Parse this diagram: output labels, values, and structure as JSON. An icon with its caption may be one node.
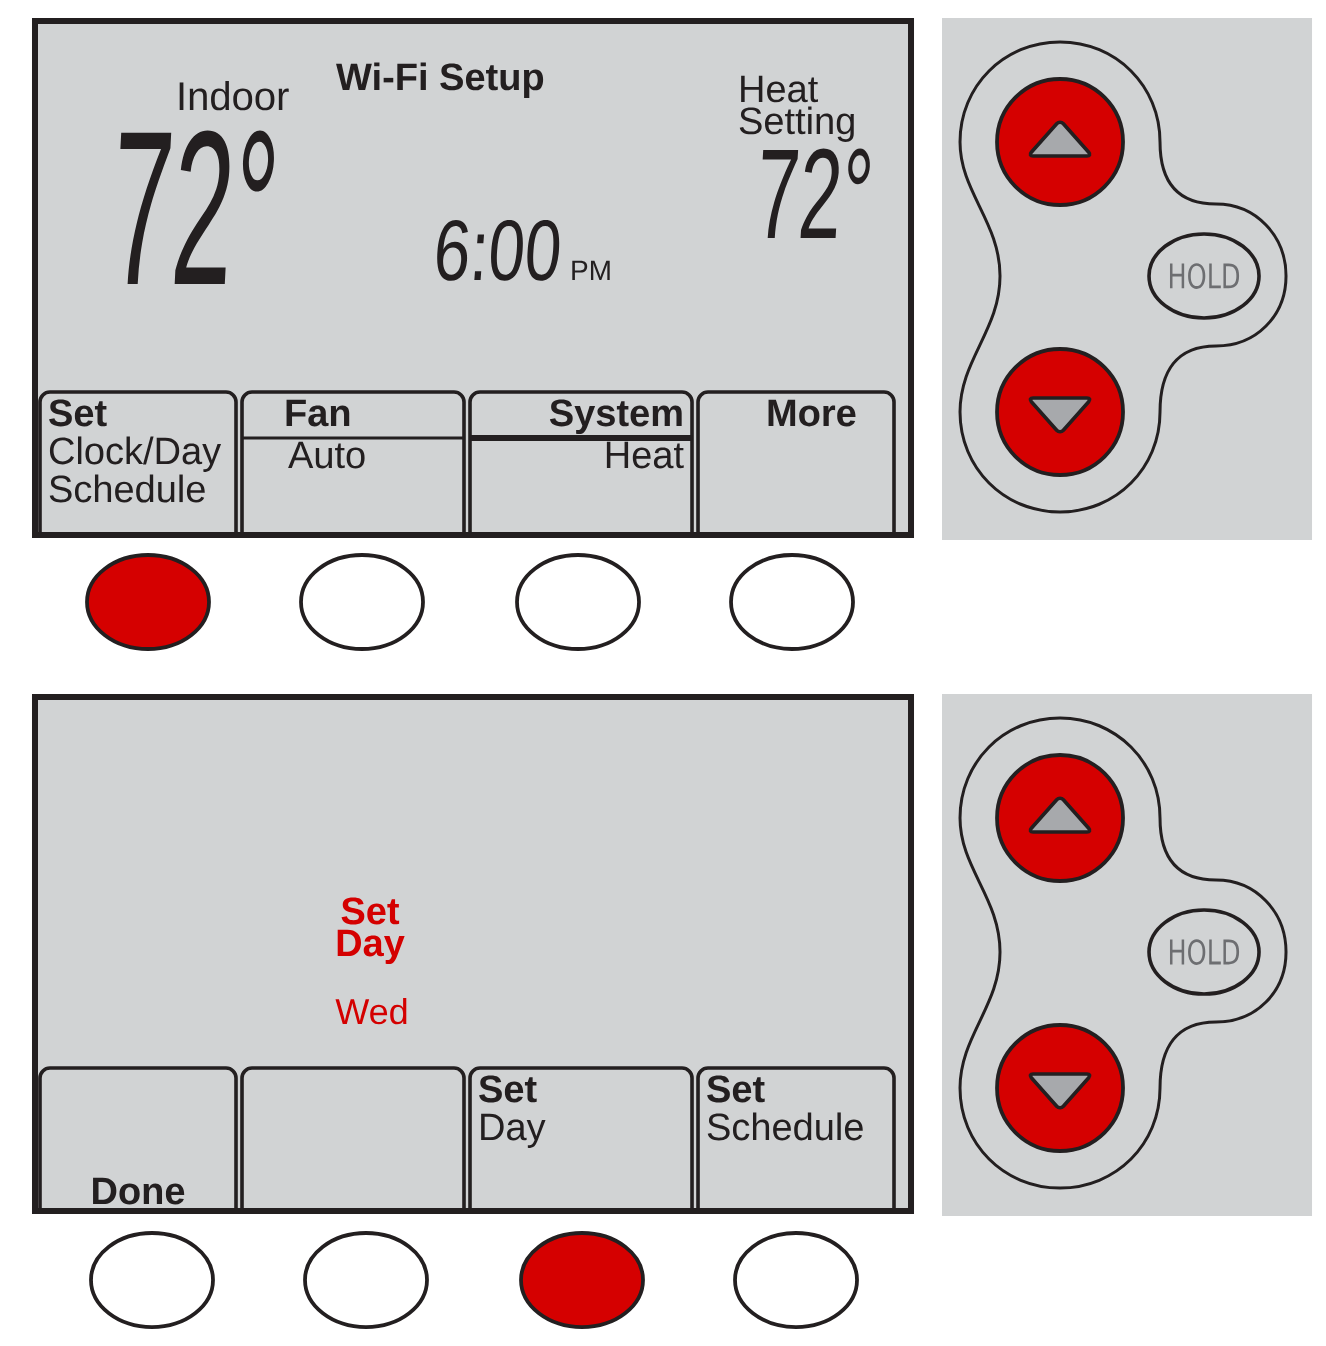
{
  "diagram": {
    "nodes": [
      {
        "text": [
          "Wi-Fi Setup",
          "Indoor",
          "72°",
          "6:00",
          "PM",
          "Heat Setting",
          "72°"
        ]
      },
      {
        "text": [
          "Set",
          "Clock/Day Schedule"
        ],
        "in": 0
      },
      {
        "text": [
          "Fan",
          "Auto"
        ],
        "in": 0
      },
      {
        "text": [
          "System",
          "Heat"
        ],
        "in": 0
      },
      {
        "text": [
          "More"
        ],
        "in": 0
      },
      {
        "text": [],
        "shape": "circle"
      },
      {
        "text": [
          "HOLD"
        ]
      },
      {
        "text": [],
        "shape": "circle"
      },
      {
        "text": [],
        "shape": "ellipse"
      },
      {
        "text": [],
        "shape": "ellipse"
      },
      {
        "text": [],
        "shape": "ellipse"
      },
      {
        "text": [],
        "shape": "ellipse"
      },
      {
        "text": [
          "Set Day",
          "Wed"
        ]
      },
      {
        "text": [
          "Done"
        ],
        "in": 12
      },
      {
        "text": [],
        "shape": "box",
        "in": 12
      },
      {
        "text": [
          "Set",
          "Day"
        ],
        "in": 12
      },
      {
        "text": [
          "Set",
          "Schedule"
        ],
        "in": 12
      },
      {
        "text": [],
        "shape": "circle"
      },
      {
        "text": [
          "HOLD"
        ]
      },
      {
        "text": [],
        "shape": "circle"
      },
      {
        "text": [],
        "shape": "ellipse"
      },
      {
        "text": [],
        "shape": "ellipse"
      },
      {
        "text": [],
        "shape": "ellipse"
      },
      {
        "text": [],
        "shape": "ellipse"
      }
    ]
  }
}
